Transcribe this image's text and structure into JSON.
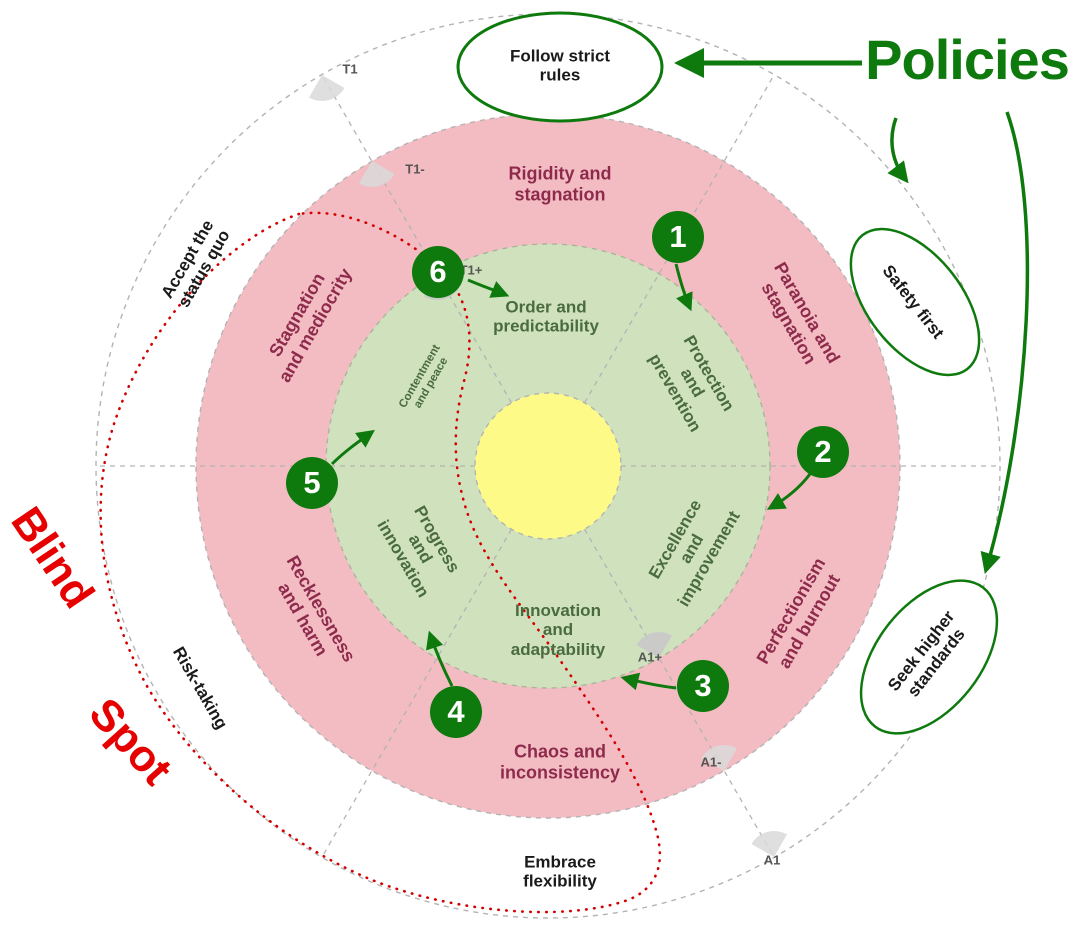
{
  "colors": {
    "dark_green": "#0e7a0e",
    "maroon_text": "#8e2b4c",
    "inner_green_text": "#4a6b3f",
    "blind_spot_red": "#e60000",
    "pink_ring": "#f3bcc2",
    "green_ring": "#cfe2bd",
    "core_yellow": "#fdfa87"
  },
  "annotations": {
    "policies": "Policies",
    "blind_spot": [
      "Blind",
      "Spot"
    ]
  },
  "ovals": {
    "follow_strict_rules": [
      "Follow strict",
      "rules"
    ],
    "safety_first": [
      "Safety first"
    ],
    "seek_higher_standards": [
      "Seek higher",
      "standards"
    ]
  },
  "outer_ring": {
    "accept_status_quo": [
      "Accept the",
      "status quo"
    ],
    "risk_taking": [
      "Risk-taking"
    ],
    "embrace_flexibility": [
      "Embrace",
      "flexibility"
    ],
    "codes": {
      "t1": "T1",
      "t1_minus": "T1-",
      "t1_plus": "T1+",
      "a1_plus": "A1+",
      "a1_minus": "A1-",
      "a1": "A1"
    }
  },
  "middle_ring": {
    "rigidity": [
      "Rigidity and",
      "stagnation"
    ],
    "paranoia": [
      "Paranoia and",
      "stagnation"
    ],
    "perfectionism": [
      "Perfectionism",
      "and burnout"
    ],
    "chaos": [
      "Chaos and",
      "inconsistency"
    ],
    "recklessness": [
      "Recklessness",
      "and harm"
    ],
    "stagnation_mediocrity": [
      "Stagnation",
      "and mediocrity"
    ]
  },
  "inner_ring": {
    "order": [
      "Order and",
      "predictability"
    ],
    "protection": [
      "Protection",
      "and",
      "prevention"
    ],
    "excellence": [
      "Excellence",
      "and",
      "improvement"
    ],
    "innovation": [
      "Innovation",
      "and",
      "adaptability"
    ],
    "progress": [
      "Progress",
      "and",
      "innovation"
    ],
    "contentment": [
      "Contentment",
      "and peace"
    ]
  },
  "markers": [
    "1",
    "2",
    "3",
    "4",
    "5",
    "6"
  ]
}
